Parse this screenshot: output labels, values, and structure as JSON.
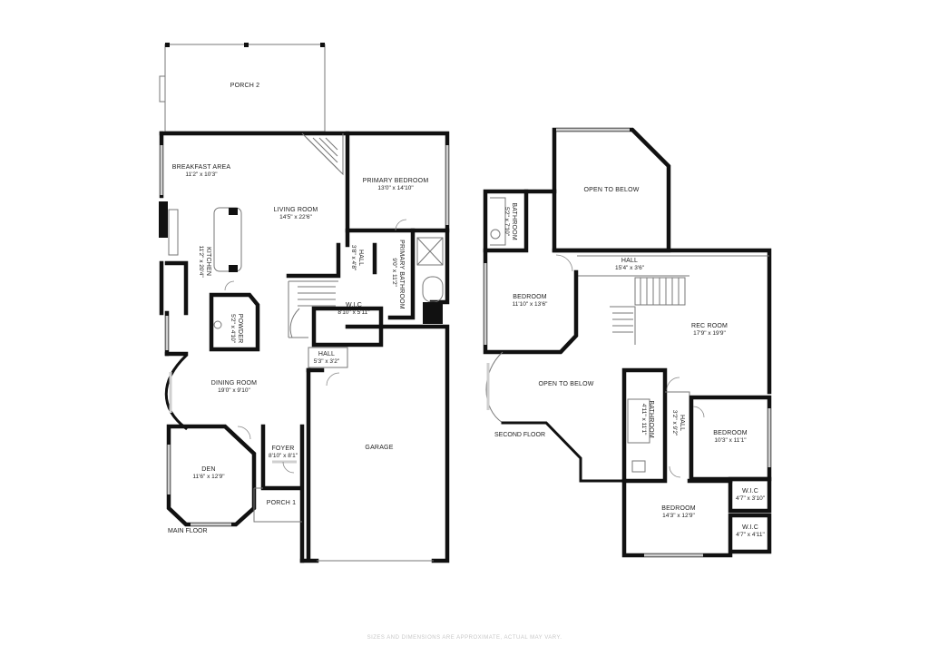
{
  "floors": [
    {
      "label": "MAIN FLOOR",
      "rooms": [
        {
          "id": "porch-2",
          "name": "PORCH 2",
          "dims": ""
        },
        {
          "id": "breakfast-area",
          "name": "BREAKFAST AREA",
          "dims": "11'2\" x 10'3\""
        },
        {
          "id": "living-room",
          "name": "LIVING ROOM",
          "dims": "14'5\" x 22'6\""
        },
        {
          "id": "primary-bedroom",
          "name": "PRIMARY BEDROOM",
          "dims": "13'0\" x 14'10\""
        },
        {
          "id": "kitchen",
          "name": "KITCHEN",
          "dims": "11'2\" x 20'4\""
        },
        {
          "id": "hall-main-1",
          "name": "HALL",
          "dims": "3'8\" x 4'8\""
        },
        {
          "id": "primary-bathroom",
          "name": "PRIMARY BATHROOM",
          "dims": "9'0\" x 11'2\""
        },
        {
          "id": "wic-main",
          "name": "W.I.C",
          "dims": "8'10\" x 5'11\""
        },
        {
          "id": "powder",
          "name": "POWDER",
          "dims": "5'2\" x 4'10\""
        },
        {
          "id": "hall-main-2",
          "name": "HALL",
          "dims": "5'3\" x 3'2\""
        },
        {
          "id": "dining-room",
          "name": "DINING ROOM",
          "dims": "19'0\" x 9'10\""
        },
        {
          "id": "garage",
          "name": "GARAGE",
          "dims": ""
        },
        {
          "id": "foyer",
          "name": "FOYER",
          "dims": "8'10\" x 8'1\""
        },
        {
          "id": "den",
          "name": "DEN",
          "dims": "11'6\" x 12'9\""
        },
        {
          "id": "porch-1",
          "name": "PORCH 1",
          "dims": ""
        }
      ]
    },
    {
      "label": "SECOND FLOOR",
      "rooms": [
        {
          "id": "open-to-below-1",
          "name": "OPEN TO BELOW",
          "dims": ""
        },
        {
          "id": "bathroom-upper-1",
          "name": "BATHROOM",
          "dims": "5'2\" x 7'10\""
        },
        {
          "id": "hall-upper-1",
          "name": "HALL",
          "dims": "15'4\" x 3'6\""
        },
        {
          "id": "bedroom-1",
          "name": "BEDROOM",
          "dims": "11'10\" x 13'6\""
        },
        {
          "id": "rec-room",
          "name": "REC ROOM",
          "dims": "17'9\" x 19'9\""
        },
        {
          "id": "open-to-below-2",
          "name": "OPEN TO BELOW",
          "dims": ""
        },
        {
          "id": "bathroom-upper-2",
          "name": "BATHROOM",
          "dims": "4'11\" x 11'1\""
        },
        {
          "id": "hall-upper-2",
          "name": "HALL",
          "dims": "3'2\" x 9'2\""
        },
        {
          "id": "bedroom-2",
          "name": "BEDROOM",
          "dims": "10'3\" x 11'1\""
        },
        {
          "id": "wic-upper-1",
          "name": "W.I.C",
          "dims": "4'7\" x 3'10\""
        },
        {
          "id": "bedroom-3",
          "name": "BEDROOM",
          "dims": "14'3\" x 12'9\""
        },
        {
          "id": "wic-upper-2",
          "name": "W.I.C",
          "dims": "4'7\" x 4'11\""
        }
      ]
    }
  ],
  "disclaimer": "SIZES AND DIMENSIONS ARE APPROXIMATE, ACTUAL MAY VARY."
}
